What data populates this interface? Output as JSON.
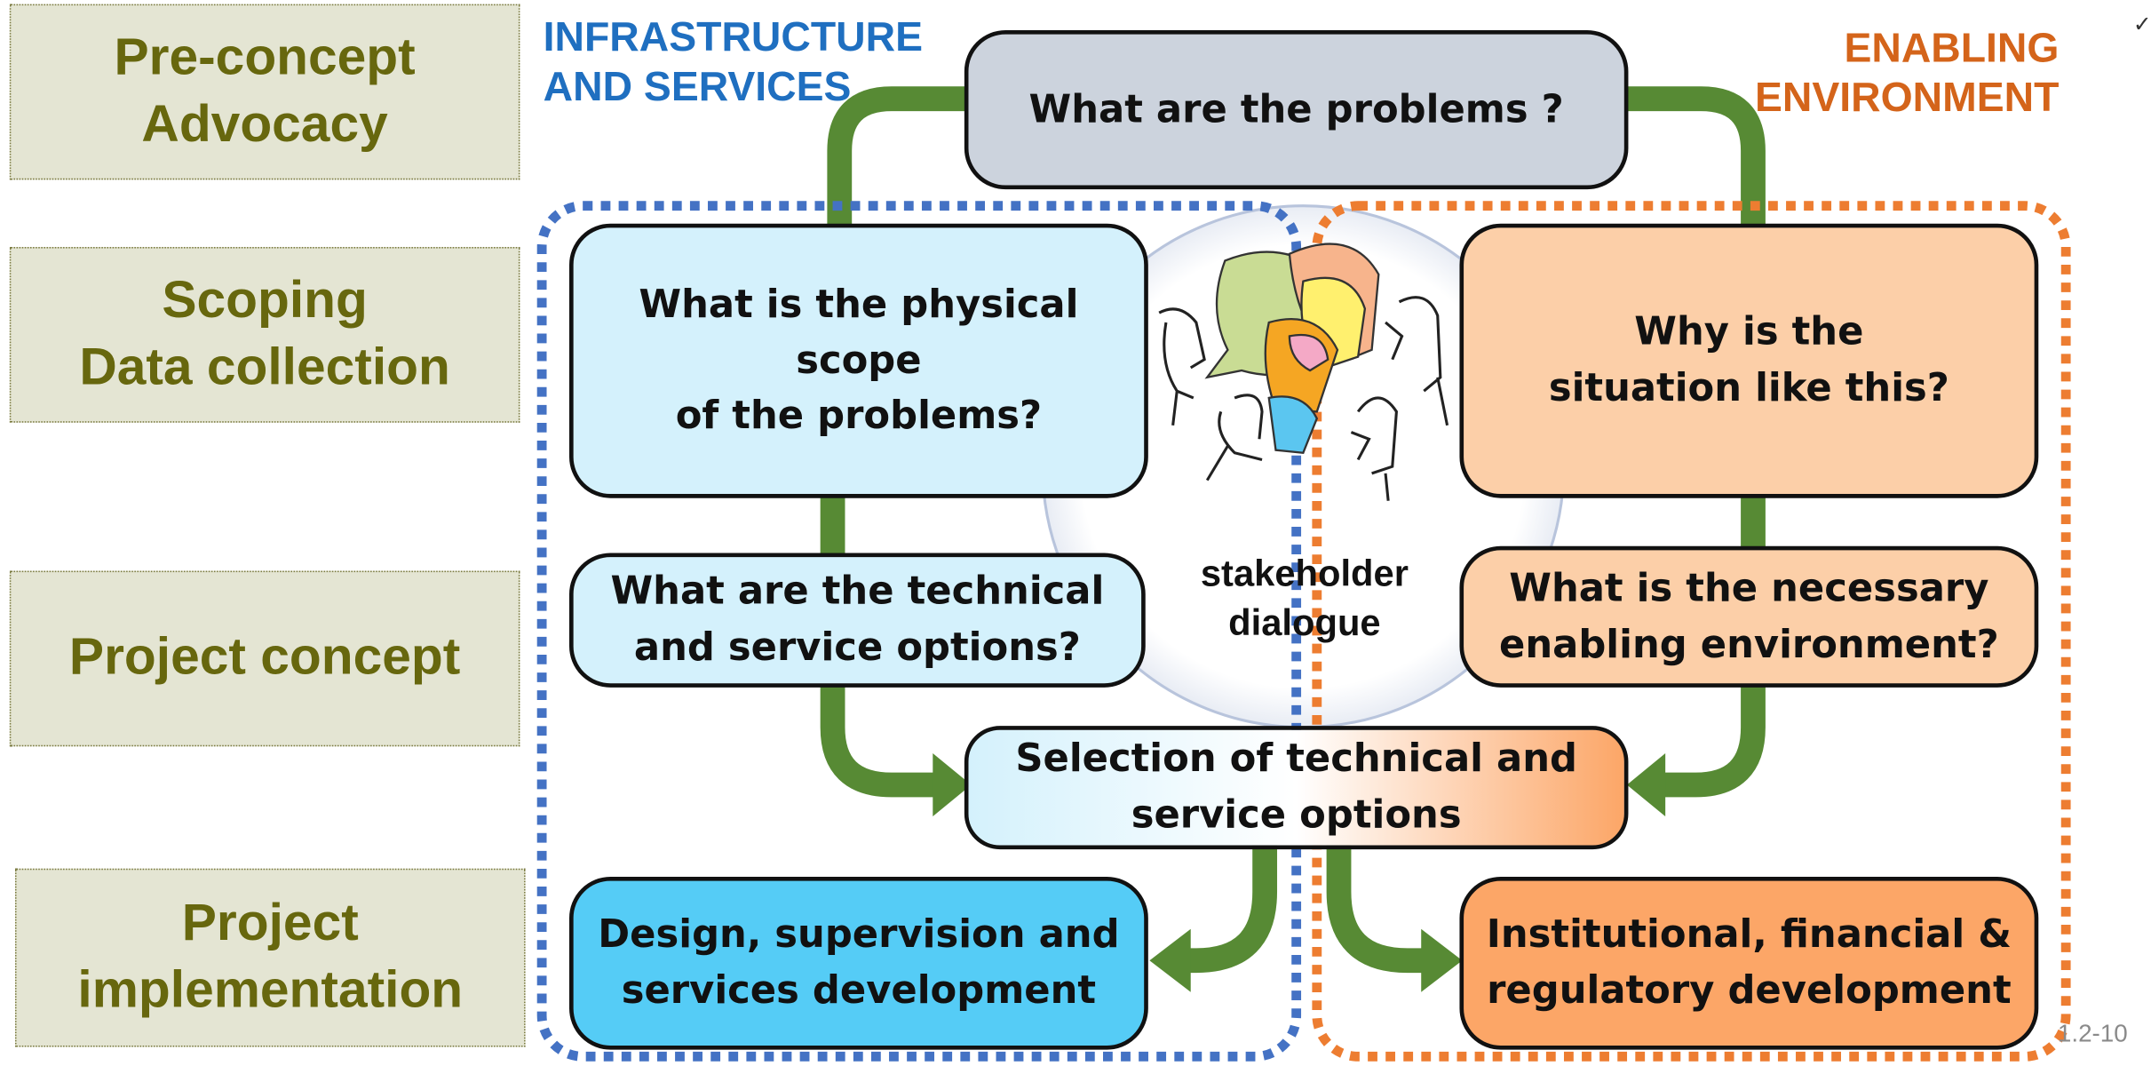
{
  "phases": {
    "p1": "Pre-concept\nAdvocacy",
    "p2": "Scoping\nData collection",
    "p3": "Project concept",
    "p4": "Project\nimplementation"
  },
  "headers": {
    "left": "INFRASTRUCTURE\nAND SERVICES",
    "right": "ENABLING\nENVIRONMENT",
    "left_color": "#1f6fc0",
    "right_color": "#d4641a"
  },
  "boxes": {
    "problems": "What are the problems ?",
    "physical_scope": "What is the physical scope\nof the problems?",
    "why_situation": "Why is the\nsituation like this?",
    "tech_options": "What are the technical\nand service options?",
    "enabling_env": "What is the necessary\nenabling environment?",
    "selection": "Selection of technical and\nservice options",
    "design": "Design, supervision and\nservices development",
    "institutional": "Institutional, financial &\nregulatory development"
  },
  "center": {
    "label": "stakeholder\ndialogue"
  },
  "slide": {
    "number": "1.2-10",
    "corner_mark": "✓"
  },
  "colors": {
    "arrow": "#578a34",
    "blue_dash": "#4472c4",
    "orange_dash": "#ed7d31",
    "problems_fill": "#ccd3dd",
    "light_blue": "#d4f1fc",
    "mid_blue": "#55ccf6",
    "light_orange": "#fccfa8",
    "mid_orange": "#fca667"
  }
}
